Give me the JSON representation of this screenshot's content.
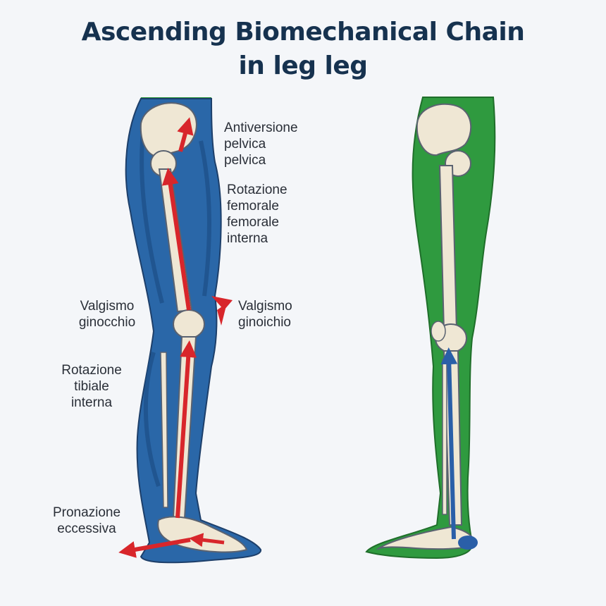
{
  "title": {
    "line1": "Ascending Biomechanical Chain",
    "line2": "in leg leg"
  },
  "labels": {
    "pelvis": [
      "Antiversione",
      "pelvica",
      "pelvica"
    ],
    "femur": [
      "Rotazione",
      "femorale",
      "femorale",
      "interna"
    ],
    "knee_left": [
      "Valgismo",
      "ginocchio"
    ],
    "knee_right": [
      "Valgismo",
      "ginoichio"
    ],
    "tibia": [
      "Rotazione",
      "tibiale",
      "interna"
    ],
    "foot": [
      "Pronazione",
      "eccessiva"
    ]
  },
  "colors": {
    "title": "#16324f",
    "left_leg": "#2a67a8",
    "left_leg_dark": "#1d4f86",
    "right_leg": "#2f9a3f",
    "bone": "#efe7d4",
    "bone_outline": "#5a6270",
    "arrow_red": "#d8262b",
    "arrow_blue": "#2a5fa8"
  }
}
